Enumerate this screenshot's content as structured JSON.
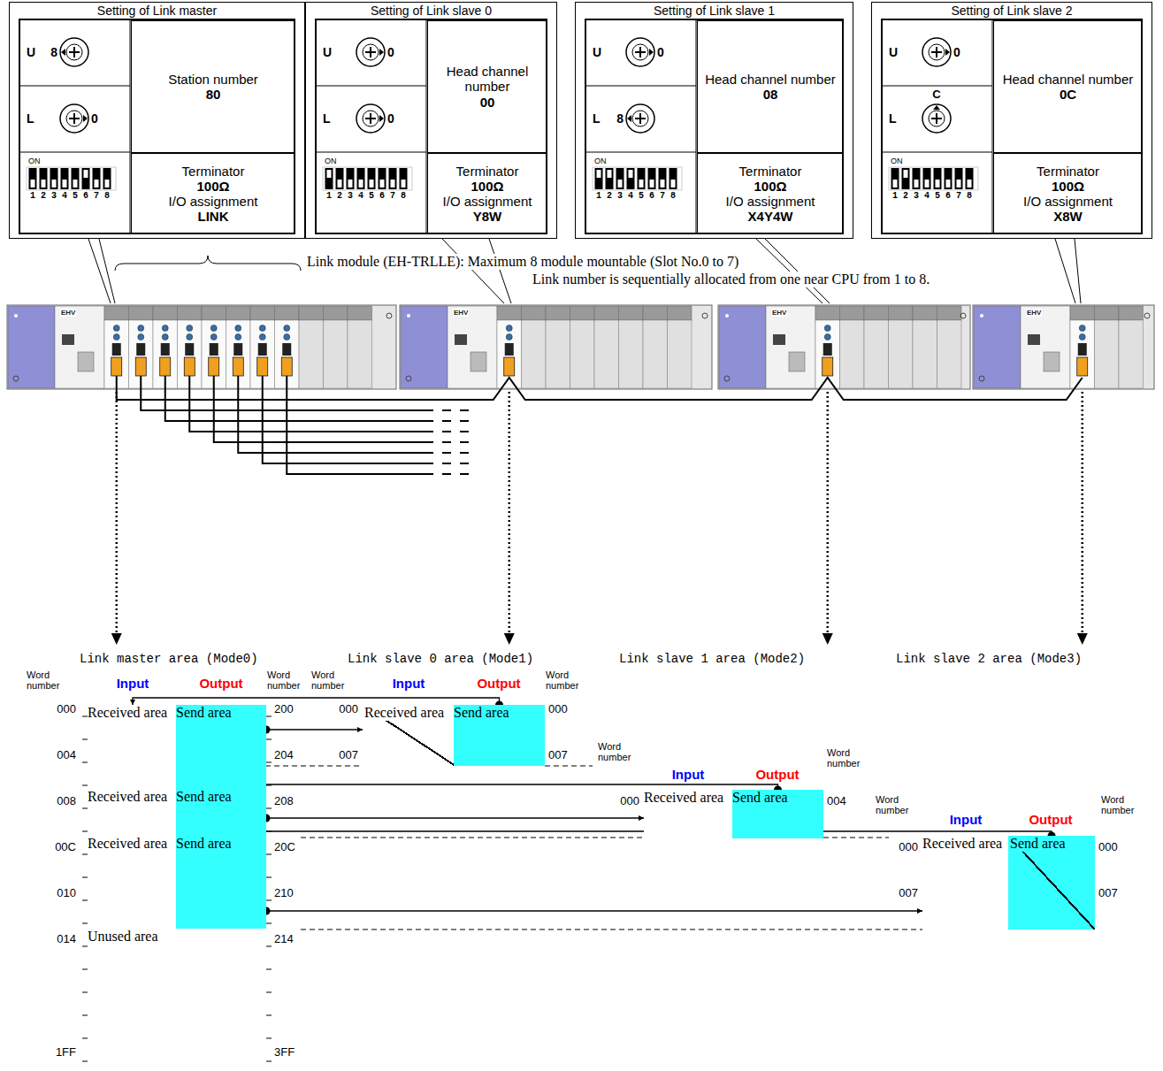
{
  "diagram": {
    "nodes": [
      {
        "text": [
          "Setting of Link master"
        ]
      },
      {
        "text": [
          "Station number",
          "80"
        ],
        "in": 0
      },
      {
        "text": [
          "Terminator",
          "100Ω",
          "I/O assignment",
          "LINK"
        ],
        "in": 0
      },
      {
        "text": [
          "Setting of Link slave 0"
        ]
      },
      {
        "text": [
          "Head channel number",
          "00"
        ],
        "in": 3
      },
      {
        "text": [
          "Terminator",
          "100Ω",
          "I/O assignment",
          "Y8W"
        ],
        "in": 3
      },
      {
        "text": [
          "Setting of Link slave 1"
        ]
      },
      {
        "text": [
          "Head channel number",
          "08"
        ],
        "in": 6
      },
      {
        "text": [
          "Terminator",
          "100Ω",
          "I/O assignment",
          "X4Y4W"
        ],
        "in": 6
      },
      {
        "text": [
          "Setting of Link slave 2"
        ]
      },
      {
        "text": [
          "Head channel number",
          "0C"
        ],
        "in": 9
      },
      {
        "text": [
          "Terminator",
          "100Ω",
          "I/O assignment",
          "X8W"
        ],
        "in": 9
      },
      {
        "text": [
          "Received area"
        ]
      },
      {
        "text": [
          "Send area"
        ]
      },
      {
        "text": [
          "Received area"
        ]
      },
      {
        "text": [
          "Send area"
        ]
      },
      {
        "text": [
          "Received area"
        ]
      },
      {
        "text": [
          "Send area"
        ]
      },
      {
        "text": [
          "Unused area"
        ]
      },
      {
        "text": [
          "Received area"
        ]
      },
      {
        "text": [
          "Send area"
        ]
      },
      {
        "text": [
          "Received area"
        ]
      },
      {
        "text": [
          "Send area"
        ]
      },
      {
        "text": [
          "Received area"
        ]
      },
      {
        "text": [
          "Send area"
        ]
      }
    ],
    "edges": [
      {
        "from": 13,
        "to": 19,
        "arrow": "to"
      },
      {
        "from": 20,
        "to": 12,
        "arrow": "to"
      },
      {
        "from": 15,
        "to": 21,
        "arrow": "to"
      },
      {
        "from": 22,
        "to": 14,
        "arrow": "to"
      },
      {
        "from": 17,
        "to": 23,
        "arrow": "to"
      },
      {
        "from": 24,
        "to": 16,
        "arrow": "to"
      }
    ],
    "labels": [
      "U",
      "8",
      "L",
      "0",
      "ON",
      "1 2 3 4 5 6 7 8",
      "U",
      "0",
      "L",
      "0",
      "ON",
      "1 2 3 4 5 6 7 8",
      "U",
      "0",
      "L",
      "8",
      "ON",
      "1 2 3 4 5 6 7 8",
      "U",
      "0",
      "L",
      "C",
      "ON",
      "1 2 3 4 5 6 7 8",
      "Link module (EH-TRLLE): Maximum 8 module mountable (Slot No.0 to 7)",
      "Link number is sequentially allocated from one near CPU from 1 to 8.",
      "EHV",
      "EHV",
      "EHV",
      "EHV",
      "Link master area (Mode0)",
      "Link slave 0 area (Mode1)",
      "Link slave 1 area (Mode2)",
      "Link slave 2 area (Mode3)",
      "Input",
      "Output",
      "Input",
      "Output",
      "Input",
      "Output",
      "Input",
      "Output",
      "Word number",
      "Word number",
      "Word number",
      "Word number",
      "Word number",
      "Word number",
      "Word number",
      "Word number",
      "000",
      "004",
      "008",
      "00C",
      "010",
      "014",
      "1FF",
      "200",
      "204",
      "208",
      "20C",
      "210",
      "214",
      "3FF",
      "000",
      "007",
      "000",
      "007",
      "000",
      "004",
      "000",
      "007",
      "000",
      "007"
    ]
  }
}
